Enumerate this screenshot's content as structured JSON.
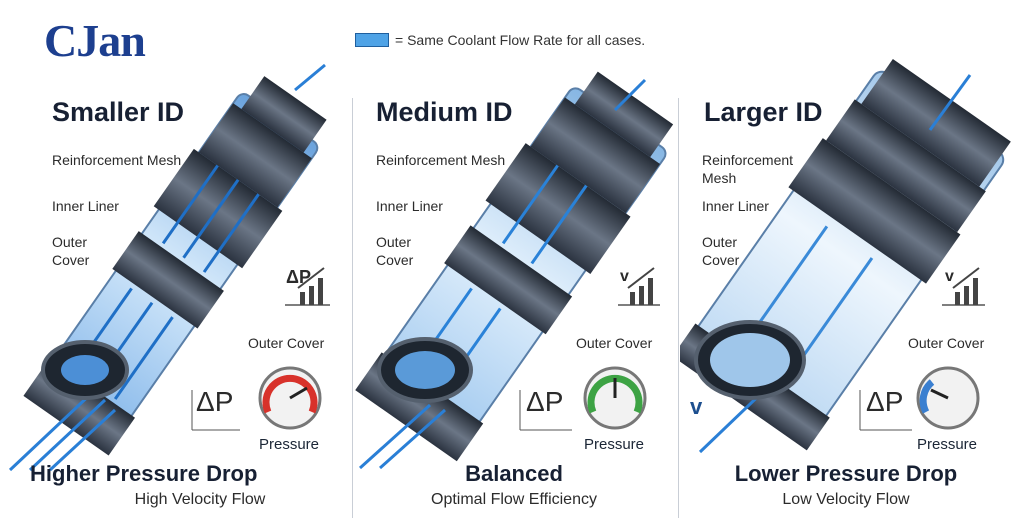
{
  "brand": {
    "logo": "CJan"
  },
  "legend": {
    "text": "= Same Coolant Flow Rate for all cases.",
    "swatch_color": "#4fa3e6"
  },
  "panels": [
    {
      "title": "Smaller ID",
      "labels": {
        "mesh": "Reinforcement Mesh",
        "liner": "Inner Liner",
        "outer_left": "Outer\nCover",
        "outer_right": "Outer Cover"
      },
      "chart_icon_label": "ΔP",
      "big_symbol": "ΔP",
      "gauge_label": "Pressure",
      "gauge_color": "#d8322b",
      "gauge_level": 0.85,
      "result": "Higher Pressure Drop",
      "subtitle": "High Velocity Flow"
    },
    {
      "title": "Medium ID",
      "labels": {
        "mesh": "Reinforcement Mesh",
        "liner": "Inner Liner",
        "outer_left": "Outer\nCover",
        "outer_right": "Outer Cover"
      },
      "chart_icon_label": "v",
      "big_symbol": "ΔP",
      "gauge_label": "Pressure",
      "gauge_color": "#3da344",
      "gauge_level": 0.5,
      "result": "Balanced",
      "subtitle": "Optimal Flow Efficiency"
    },
    {
      "title": "Larger ID",
      "labels": {
        "mesh": "Reinforcement\nMesh",
        "liner": "Inner Liner",
        "outer_left": "Outer\nCover",
        "outer_right": "Outer Cover"
      },
      "chart_icon_label": "v",
      "big_symbol": "ΔP",
      "velocity_symbol": "v",
      "gauge_label": "Pressure",
      "gauge_color": "#3a7fd0",
      "gauge_level": 0.2,
      "result": "Lower Pressure Drop",
      "subtitle": "Low Velocity Flow"
    }
  ]
}
